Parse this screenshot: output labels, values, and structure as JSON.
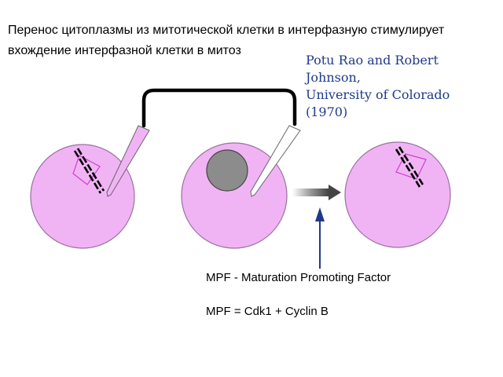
{
  "title": {
    "line1": "Перенос цитоплазмы из митотической клетки в интерфазную стимулирует",
    "line2": "вхождение интерфазной клетки в митоз"
  },
  "credit": {
    "line1": "Potu Rao and Robert",
    "line2": "Johnson,",
    "line3": "University of Colorado",
    "line4": "(1970)"
  },
  "definitions": {
    "mpf_abbrev": "MPF  -  Maturation Promoting Factor",
    "mpf_formula": "MPF = Cdk1 + Cyclin B"
  },
  "colors": {
    "cell_fill": "#f0b4f4",
    "cell_stroke": "#9a70a0",
    "nucleus_fill": "#8c8c8c",
    "spindle_color": "#d040c8",
    "credit_color": "#1f3a8a",
    "arrow_up_color": "#1e3a8a",
    "arrow_right_color": "#555555"
  },
  "icons": {
    "mitotic_cell": "cell-with-spindle",
    "interphase_cell": "cell-with-nucleus",
    "result_cell": "cell-with-spindle",
    "transfer": "micropipette-tube",
    "direction": "arrow-right",
    "injection": "arrow-up"
  }
}
